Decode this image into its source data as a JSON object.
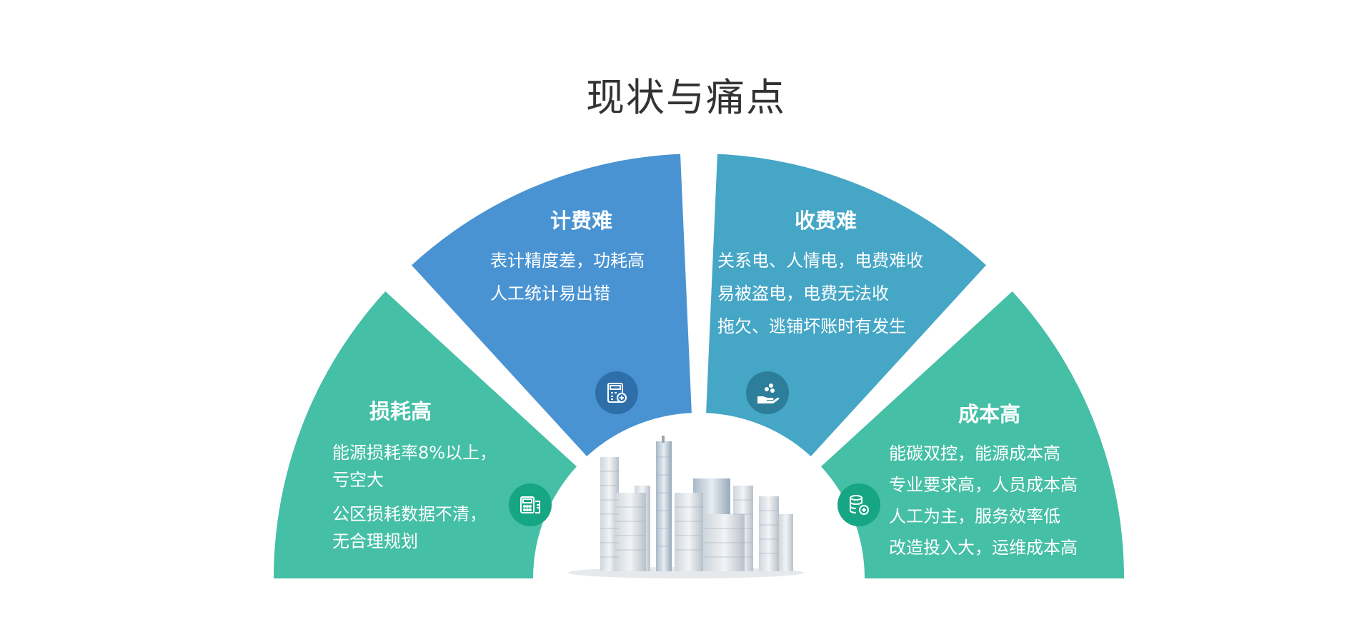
{
  "title": "现状与痛点",
  "segments": {
    "loss": {
      "heading": "损耗高",
      "lines": [
        "能源损耗率8%以上，",
        "亏空大",
        "公区损耗数据不清，",
        "无合理规划"
      ],
      "color": "#45bfa6",
      "icon": "meter-calculator-icon"
    },
    "billing": {
      "heading": "计费难",
      "lines": [
        "表计精度差，功耗高",
        "人工统计易出错"
      ],
      "color": "#4993d2",
      "icon": "calculator-icon"
    },
    "collection": {
      "heading": "收费难",
      "lines": [
        "关系电、人情电，电费难收",
        "易被盗电，电费无法收",
        "拖欠、逃铺坏账时有发生"
      ],
      "color": "#45a6c6",
      "icon": "hand-coins-icon"
    },
    "cost": {
      "heading": "成本高",
      "lines": [
        "能碳双控，能源成本高",
        "专业要求高，人员成本高",
        "人工为主，服务效率低",
        "改造投入大，运维成本高"
      ],
      "color": "#45bfa6",
      "icon": "coin-stack-add-icon"
    }
  },
  "icon_colors": {
    "loss": "#17a683",
    "billing": "#2f6fa9",
    "collection": "#2c7e9a",
    "cost": "#17a683"
  },
  "illustration": "city-buildings"
}
